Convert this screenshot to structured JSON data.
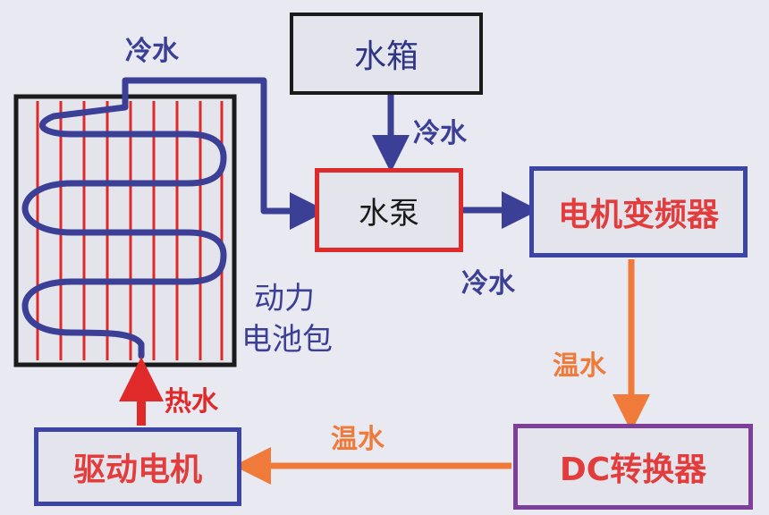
{
  "nodes": {
    "tank": "水箱",
    "pump": "水泵",
    "inverter": "电机变频器",
    "dc_converter": "DC转换器",
    "motor": "驱动电机",
    "battery_line1": "动力",
    "battery_line2": "电池包"
  },
  "flows": {
    "cold_top": "冷水",
    "cold_tank": "冷水",
    "cold_pump": "冷水",
    "warm_right": "温水",
    "warm_bottom": "温水",
    "hot": "热水"
  },
  "colors": {
    "cold": "#3b3f95",
    "warm": "#f07a3a",
    "hot": "#e02a2a",
    "box_dark": "#1b1b1b",
    "box_red": "#e02a2a",
    "box_blue": "#3c44a6",
    "box_purple": "#7d3f99"
  }
}
